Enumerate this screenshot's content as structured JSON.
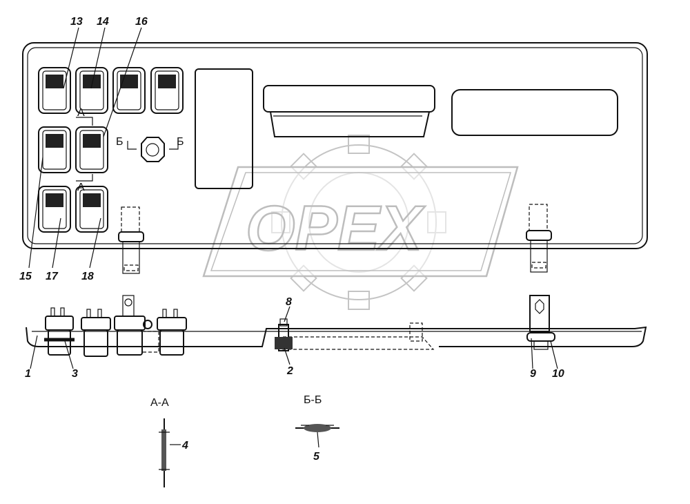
{
  "watermark": {
    "text": "OPEX"
  },
  "section_labels": {
    "aa": "А-А",
    "bb": "Б-Б"
  },
  "cut_marks": {
    "a_top": "А",
    "a_bottom": "А",
    "b_left": "Б",
    "b_right": "Б"
  },
  "callouts": {
    "c13": "13",
    "c14": "14",
    "c16": "16",
    "c15": "15",
    "c17": "17",
    "c18": "18",
    "c8": "8",
    "c1": "1",
    "c3": "3",
    "c2": "2",
    "c9": "9",
    "c10": "10",
    "c4": "4",
    "c5": "5"
  }
}
